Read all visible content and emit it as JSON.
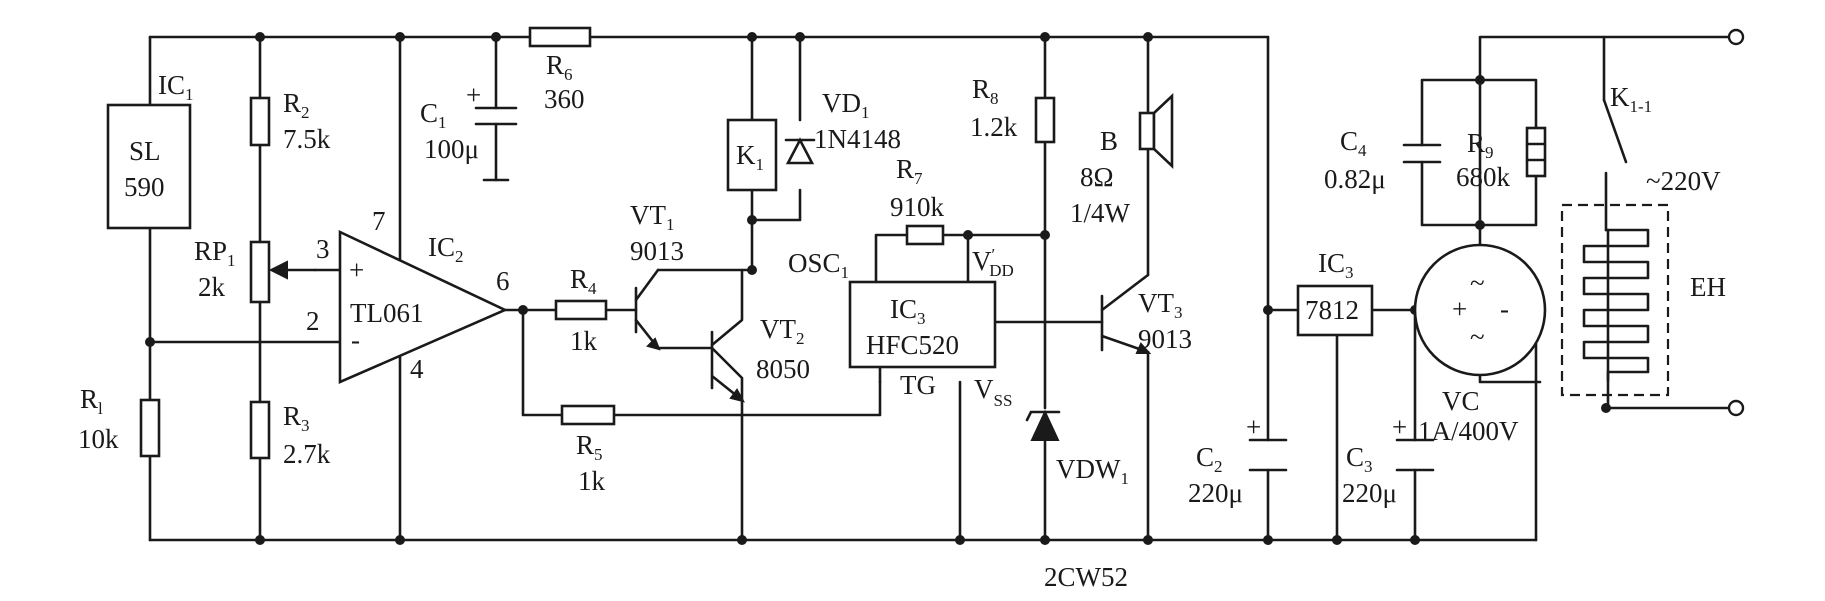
{
  "labels": {
    "ic1": "IC",
    "ic1_sub": "1",
    "sl": "SL",
    "n590": "590",
    "r2": "R",
    "r2_sub": "2",
    "r2_val": "7.5k",
    "rp1": "RP",
    "rp1_sub": "1",
    "rp1_val": "2k",
    "r3": "R",
    "r3_sub": "3",
    "r3_val": "2.7k",
    "rl": "R",
    "rl_sub": "l",
    "rl_val": "10k",
    "ic2": "IC",
    "ic2_sub": "2",
    "tl061": "TL061",
    "pin3": "3",
    "pin2": "2",
    "pin7": "7",
    "pin4": "4",
    "pin6": "6",
    "plus": "+",
    "minus": "-",
    "c1": "C",
    "c1_sub": "1",
    "c1_val": "100μ",
    "r6": "R",
    "r6_sub": "6",
    "r6_val": "360",
    "k1": "K",
    "k1_sub": "1",
    "vd1": "VD",
    "vd1_sub": "1",
    "vd1_val": "1N4148",
    "vt1": "VT",
    "vt1_sub": "1",
    "vt1_val": "9013",
    "vt2": "VT",
    "vt2_sub": "2",
    "vt2_val": "8050",
    "r4": "R",
    "r4_sub": "4",
    "r4_val": "1k",
    "r5": "R",
    "r5_sub": "5",
    "r5_val": "1k",
    "r7": "R",
    "r7_sub": "7",
    "r7_val": "910k",
    "osc": "OSC",
    "osc_sub": "1",
    "vdd": "V",
    "vdd_sub": "DD",
    "vdd_prime": "′",
    "ic3a": "IC",
    "ic3a_sub": "3",
    "hfc520": "HFC520",
    "tg": "TG",
    "vss": "V",
    "vss_sub": "SS",
    "r8": "R",
    "r8_sub": "8",
    "r8_val": "1.2k",
    "b": "B",
    "b_ohm": "8Ω",
    "b_w": "1/4W",
    "vt3": "VT",
    "vt3_sub": "3",
    "vt3_val": "9013",
    "vdw": "VDW",
    "vdw_sub": "1",
    "cw52": "2CW52",
    "c2": "C",
    "c2_sub": "2",
    "c2_val": "220μ",
    "ic3b": "IC",
    "ic3b_sub": "3",
    "reg": "7812",
    "c3": "C",
    "c3_sub": "3",
    "c3_val": "220μ",
    "c4": "C",
    "c4_sub": "4",
    "c4_val": "0.82μ",
    "r9": "R",
    "r9_sub": "9",
    "r9_val": "680k",
    "vc": "VC",
    "vc_val": "1A/400V",
    "bridge_plus": "+",
    "bridge_minus": "-",
    "tilde": "~",
    "kk": "K",
    "kk_sub": "1-1",
    "mains": "~220V",
    "eh": "EH"
  }
}
